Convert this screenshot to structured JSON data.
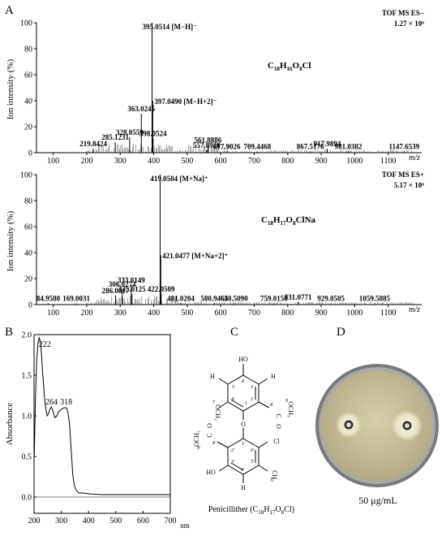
{
  "panel_labels": {
    "a": "A",
    "b": "B",
    "c": "C",
    "d": "D"
  },
  "chart_data": [
    {
      "type": "bar",
      "panel": "A-top",
      "title": "",
      "xlabel": "m/z",
      "ylabel": "Ion intensity (%)",
      "xlim": [
        50,
        1200
      ],
      "ylim": [
        0,
        100
      ],
      "xticks": [
        100,
        200,
        300,
        400,
        500,
        600,
        700,
        800,
        900,
        1000,
        1100
      ],
      "yticks": [
        0,
        20,
        40,
        60,
        80,
        100
      ],
      "instrument": "TOF MS ES−",
      "scale": "1.27 × 10⁶",
      "formula": {
        "base": "C",
        "s1": "18",
        "m1": "H",
        "s2": "16",
        "m2": "O",
        "s3": "8",
        "end": "Cl"
      },
      "peaks": [
        {
          "x": 219.8424,
          "y": 3,
          "label": "219.8424"
        },
        {
          "x": 285.1231,
          "y": 8,
          "label": "285.1231"
        },
        {
          "x": 328.0559,
          "y": 12,
          "label": "328.0559"
        },
        {
          "x": 363.0245,
          "y": 30,
          "label": "363.0245"
        },
        {
          "x": 395.0514,
          "y": 100,
          "label": "395.0514 [M−H]⁻"
        },
        {
          "x": 397.049,
          "y": 40,
          "label": "397.0490 [M−H+2]⁻"
        },
        {
          "x": 398.0524,
          "y": 11,
          "label": "398.0524"
        },
        {
          "x": 557.892,
          "y": 2,
          "label": "557.8920"
        },
        {
          "x": 561.8886,
          "y": 6,
          "label": "561.8886"
        },
        {
          "x": 617.9026,
          "y": 1,
          "label": "617.9026"
        },
        {
          "x": 709.4468,
          "y": 1,
          "label": "709.4468"
        },
        {
          "x": 867.5176,
          "y": 1,
          "label": "867.5176"
        },
        {
          "x": 917.9894,
          "y": 3,
          "label": "917.9894"
        },
        {
          "x": 981.0382,
          "y": 1,
          "label": "981.0382"
        },
        {
          "x": 1147.6539,
          "y": 1,
          "label": "1147.6539"
        }
      ]
    },
    {
      "type": "bar",
      "panel": "A-bottom",
      "title": "",
      "xlabel": "m/z",
      "ylabel": "Ion intensity (%)",
      "xlim": [
        50,
        1200
      ],
      "ylim": [
        0,
        100
      ],
      "xticks": [
        100,
        200,
        300,
        400,
        500,
        600,
        700,
        800,
        900,
        1000,
        1100
      ],
      "yticks": [
        0,
        20,
        40,
        60,
        80,
        100
      ],
      "instrument": "TOF MS ES+",
      "scale": "5.17 × 10⁶",
      "formula": {
        "base": "C",
        "s1": "18",
        "m1": "H",
        "s2": "17",
        "m2": "O",
        "s3": "8",
        "end": "ClNa"
      },
      "peaks": [
        {
          "x": 84.958,
          "y": 1,
          "label": "84.9580"
        },
        {
          "x": 169.0031,
          "y": 1,
          "label": "169.0031"
        },
        {
          "x": 286.0817,
          "y": 7,
          "label": "286.0817"
        },
        {
          "x": 306.0274,
          "y": 12,
          "label": "306.0274"
        },
        {
          "x": 333.0149,
          "y": 15,
          "label": "333.0149"
        },
        {
          "x": 335.0125,
          "y": 8,
          "label": "335.0125"
        },
        {
          "x": 419.0504,
          "y": 100,
          "label": "419.0504 [M+Na]⁺"
        },
        {
          "x": 421.0477,
          "y": 38,
          "label": "421.0477 [M+Na+2]⁺"
        },
        {
          "x": 422.0509,
          "y": 8,
          "label": "422.0509"
        },
        {
          "x": 481.0204,
          "y": 1,
          "label": "481.0204"
        },
        {
          "x": 580.9465,
          "y": 1,
          "label": "580.9465"
        },
        {
          "x": 640.509,
          "y": 1,
          "label": "640.5090"
        },
        {
          "x": 759.015,
          "y": 1,
          "label": "759.0150"
        },
        {
          "x": 831.0771,
          "y": 2,
          "label": "831.0771"
        },
        {
          "x": 929.0505,
          "y": 1,
          "label": "929.0505"
        },
        {
          "x": 1059.5885,
          "y": 1,
          "label": "1059.5885"
        }
      ]
    },
    {
      "type": "line",
      "panel": "B",
      "title": "",
      "xlabel": "nm",
      "ylabel": "Absorbance",
      "xlim": [
        200,
        700
      ],
      "ylim": [
        -0.2,
        2.0
      ],
      "xticks": [
        200,
        300,
        400,
        500,
        600,
        700
      ],
      "yticks": [
        0.0,
        0.5,
        1.0,
        1.5,
        2.0
      ],
      "ytick_labels": [
        "0.0",
        "0.5",
        "1.0",
        "1.5",
        "2.0"
      ],
      "peak_labels": [
        {
          "x": 222,
          "y": 1.85,
          "label": "222"
        },
        {
          "x": 264,
          "y": 1.1,
          "label": "264"
        },
        {
          "x": 318,
          "y": 1.1,
          "label": "318"
        }
      ],
      "series": [
        {
          "x": [
            201,
            205,
            210,
            215,
            219,
            222,
            226,
            232,
            240,
            248,
            252,
            258,
            264,
            270,
            276,
            282,
            290,
            300,
            310,
            318,
            324,
            330,
            336,
            342,
            348,
            355,
            365,
            380,
            400,
            450,
            500,
            550,
            600,
            650,
            700
          ],
          "y": [
            0.52,
            1.2,
            1.72,
            1.9,
            1.96,
            1.93,
            1.82,
            1.5,
            1.16,
            1.0,
            1.02,
            1.08,
            1.11,
            1.05,
            0.98,
            0.99,
            1.05,
            1.08,
            1.1,
            1.1,
            1.05,
            0.9,
            0.6,
            0.28,
            0.14,
            0.08,
            0.05,
            0.05,
            0.04,
            0.03,
            0.03,
            0.03,
            0.03,
            0.03,
            0.03
          ]
        }
      ]
    }
  ],
  "structure": {
    "caption_prefix": "Penicillither (C",
    "caption_sub1": "18",
    "caption_mid": "H",
    "caption_sub2": "17",
    "caption_mid2": "O",
    "caption_sub3": "8",
    "caption_end": "Cl)",
    "labels": {
      "ho_top": "HO",
      "h_left": "H",
      "h_right": "H",
      "cl": "Cl",
      "o_bridge": "O",
      "ho_bottom": "HO",
      "h_bottom": "H",
      "c_top": "C",
      "o_top": "O",
      "och3_top": "OCH₃",
      "c_bot": "C",
      "o_bot": "O",
      "och3_bot": "OCH₃",
      "och3_ring": "OCH₃",
      "ch3": "CH₃",
      "n1": "1",
      "n2": "2",
      "n3": "3",
      "n4": "4",
      "n5": "5",
      "n6": "6",
      "n7": "7",
      "n8": "8",
      "n9": "9",
      "m1": "1′",
      "m2": "2′",
      "m3": "3′",
      "m4": "4′",
      "m5": "5′",
      "m6": "6′",
      "m7": "7′",
      "m8": "8′",
      "m9": "9′"
    }
  },
  "plate": {
    "caption": "50 μg/mL",
    "plate_color": "#c9c19a",
    "halo_color": "#f0ecd6",
    "rim_color": "#6f6f6f"
  }
}
